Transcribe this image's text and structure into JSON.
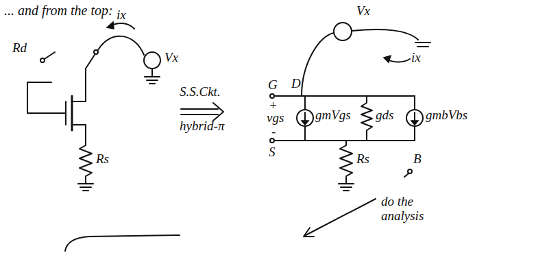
{
  "diagram": {
    "labels": [
      "... and from the top:",
      "Rd",
      "ix",
      "Vx",
      "Rs",
      "S.S.Ckt.",
      "hybrid-π",
      "Vx",
      "ix",
      "G",
      "D",
      "+",
      "vgs",
      "-",
      "gmVgs",
      "gds",
      "gmbVbs",
      "S",
      "Rs",
      "B",
      "do the analysis"
    ]
  }
}
